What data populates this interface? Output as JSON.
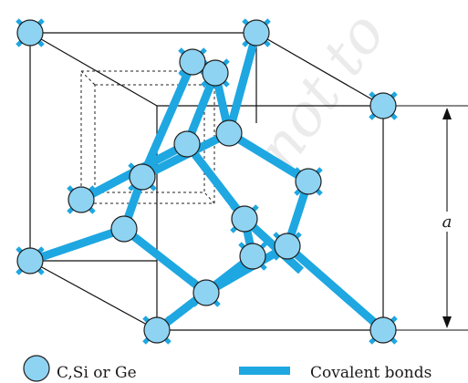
{
  "diagram": {
    "dimension_label": "a",
    "legend": {
      "atom_label": "C,Si or Ge",
      "bond_label": "Covalent bonds"
    },
    "colors": {
      "atom_fill": "#8fd3f2",
      "atom_stroke": "#1f1f1f",
      "bond": "#1ea7e1",
      "edge": "#111111",
      "watermark": "#bdbdbd"
    }
  }
}
